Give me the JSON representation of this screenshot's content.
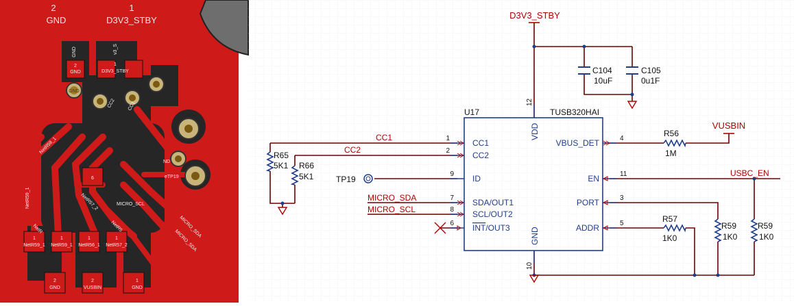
{
  "pcb": {
    "pad2_number": "2",
    "pad2_net": "GND",
    "pad1_number": "1",
    "pad1_net": "D3V3_STBY",
    "gnd_vertical": "GND",
    "v3s": "v3_S",
    "small_1": "1",
    "small_2": "2",
    "small_gnd": "GND",
    "small_d3v3": "D3V3_STBY",
    "via_gnd": "GND",
    "cc1_label": "CC1",
    "cc2_label": "CC2",
    "netr58": "NetR58_1",
    "netr59": "NetR59_1",
    "netr57": "NetR57_2",
    "micro_scl": "MICRO_SCL",
    "micro_sda": "MICRO_SDA",
    "netr_partial": "NetR5",
    "netr_short": "NetR",
    "nd_label": "ND",
    "tp19_label": "eTP19",
    "pad6": "6",
    "pad_netr59_1": "NetR59_1",
    "pad_netr56_1": "NetR56_1",
    "pad_netr57_2": "NetR57_2",
    "pad_vusbin": "VUSBIN"
  },
  "schematic": {
    "ic": {
      "designator": "U17",
      "part": "TUSB320HAI",
      "pins": {
        "cc1": {
          "number": "1",
          "name": "CC1"
        },
        "cc2": {
          "number": "2",
          "name": "CC2"
        },
        "id": {
          "number": "9",
          "name": "ID"
        },
        "sda": {
          "number": "7",
          "name": "SDA/OUT1"
        },
        "scl": {
          "number": "8",
          "name": "SCL/OUT2"
        },
        "int": {
          "number": "6",
          "name_overline": "INT",
          "name_rest": "/OUT3"
        },
        "vbus_det": {
          "number": "4",
          "name": "VBUS_DET"
        },
        "en": {
          "number": "11",
          "name": "EN"
        },
        "port": {
          "number": "3",
          "name": "PORT"
        },
        "addr": {
          "number": "5",
          "name": "ADDR"
        },
        "vdd": {
          "number": "12",
          "name": "VDD"
        },
        "gnd": {
          "number": "10",
          "name": "GND"
        }
      }
    },
    "power": {
      "d3v3": "D3V3_STBY",
      "vusbin": "VUSBIN"
    },
    "nets": {
      "cc1": "CC1",
      "cc2": "CC2",
      "micro_sda": "MICRO_SDA",
      "micro_scl": "MICRO_SCL",
      "usbc_en": "USBC_EN"
    },
    "components": {
      "c104": {
        "designator": "C104",
        "value": "10uF"
      },
      "c105": {
        "designator": "C105",
        "value": "0u1F"
      },
      "r56": {
        "designator": "R56",
        "value": "1M"
      },
      "r57": {
        "designator": "R57",
        "value": "1K0"
      },
      "r65": {
        "designator": "R65",
        "value": "5K1"
      },
      "r66": {
        "designator": "R66",
        "value": "5K1"
      },
      "r59a": {
        "designator": "R59",
        "value": "1K0"
      },
      "r59b": {
        "designator": "R59",
        "value": "1K0"
      },
      "tp19": {
        "designator": "TP19"
      }
    }
  },
  "colors": {
    "copper": "#cf1a1a",
    "wire": "#6b0000",
    "symbol": "#1f3d8a",
    "net_label": "#b00000"
  }
}
